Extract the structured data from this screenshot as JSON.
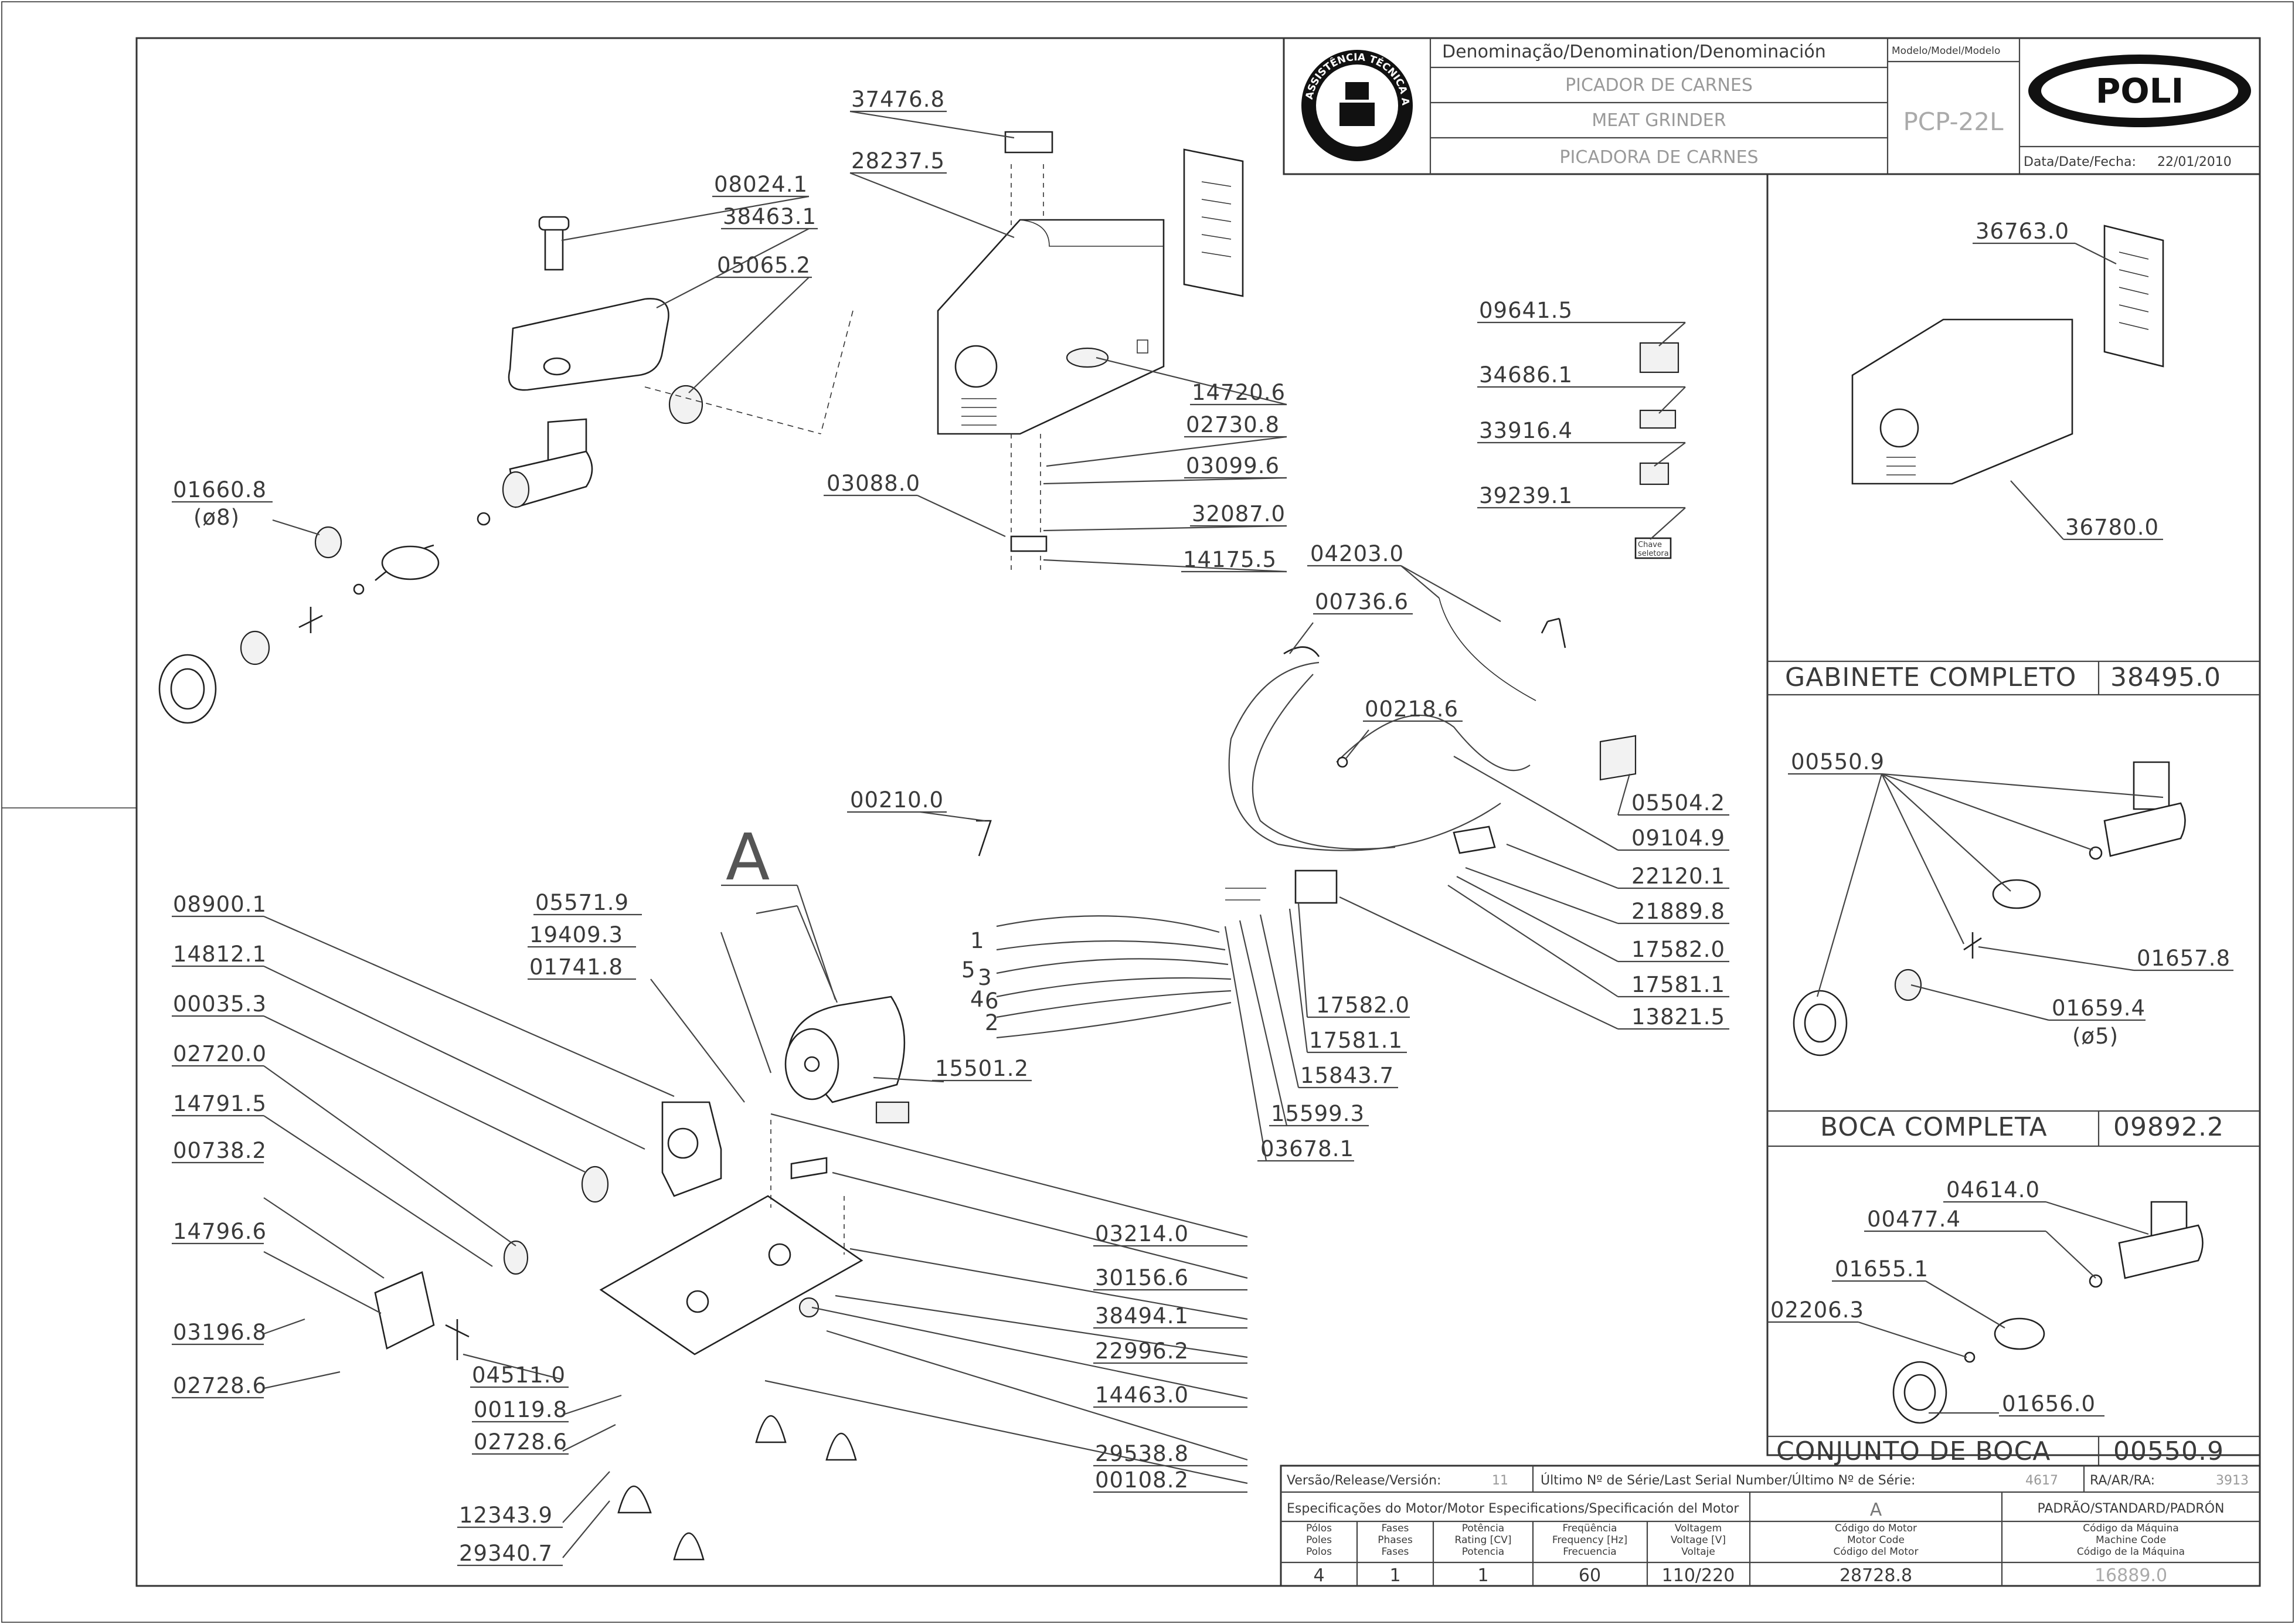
{
  "brand": {
    "logo_text": "POLI",
    "seal_text": "ASSISTÊNCIA TÉCNICA AUTORIZADA"
  },
  "title_block": {
    "denomination_header": "Denominação/Denomination/Denominación",
    "model_header": "Modelo/Model/Modelo",
    "names": [
      "PICADOR DE CARNES",
      "MEAT GRINDER",
      "PICADORA DE CARNES"
    ],
    "model": "PCP-22L",
    "date_label": "Data/Date/Fecha:",
    "date": "22/01/2010"
  },
  "main_labels": {
    "L37476": "37476.8",
    "L28237": "28237.5",
    "L08024": "08024.1",
    "L38463": "38463.1",
    "L05065": "05065.2",
    "L01660": "01660.8",
    "L01660d": "(ø8)",
    "L14720": "14720.6",
    "L02730": "02730.8",
    "L03099": "03099.6",
    "L03088": "03088.0",
    "L32087": "32087.0",
    "L14175": "14175.5",
    "L09641": "09641.5",
    "L34686": "34686.1",
    "L33916": "33916.4",
    "L39239": "39239.1",
    "chave_text": [
      "Chave",
      "seletora"
    ],
    "L04203": "04203.0",
    "L00736": "00736.6",
    "L00218": "00218.6",
    "L05504": "05504.2",
    "L09104": "09104.9",
    "L22120": "22120.1",
    "L21889": "21889.8",
    "L17582a": "17582.0",
    "L17581a": "17581.1",
    "L13821": "13821.5",
    "L17582b": "17582.0",
    "L17581b": "17581.1",
    "L15843": "15843.7",
    "L15599": "15599.3",
    "L03678": "03678.1",
    "L00210": "00210.0",
    "L_A": "A",
    "L08900": "08900.1",
    "L14812": "14812.1",
    "L00035": "00035.3",
    "L02720": "02720.0",
    "L14791": "14791.5",
    "L00738": "00738.2",
    "L14796": "14796.6",
    "L03196": "03196.8",
    "L02728a": "02728.6",
    "L04511": "04511.0",
    "L00119": "00119.8",
    "L02728b": "02728.6",
    "L12343": "12343.9",
    "L29340": "29340.7",
    "L05571": "05571.9",
    "L19409": "19409.3",
    "L01741": "01741.8",
    "L15501": "15501.2",
    "L03214": "03214.0",
    "L30156": "30156.6",
    "L38494": "38494.1",
    "L22996": "22996.2",
    "L14463": "14463.0",
    "L29538": "29538.8",
    "L00108": "00108.2",
    "wire_numbers": [
      "1",
      "5",
      "3",
      "4",
      "6",
      "2"
    ]
  },
  "side_panels": {
    "cabinet": {
      "labels": [
        "36763.0",
        "36780.0"
      ],
      "title": "GABINETE COMPLETO",
      "code": "38495.0"
    },
    "mouth": {
      "labels": [
        "00550.9",
        "01657.8",
        "01659.4",
        "(ø5)"
      ],
      "title": "BOCA COMPLETA",
      "code": "09892.2"
    },
    "mouth_set": {
      "labels": [
        "04614.0",
        "00477.4",
        "01655.1",
        "02206.3",
        "01656.0"
      ],
      "title": "CONJUNTO DE BOCA",
      "code": "00550.9"
    }
  },
  "bottom_block": {
    "version_label": "Versão/Release/Versión:",
    "version": "11",
    "serial_label": "Último Nº de Série/Last Serial Number/Último Nº de Série:",
    "serial": "4617",
    "ra_label": "RA/AR/RA:",
    "ra": "3913",
    "motor_spec_label": "Especificações do Motor/Motor Especifications/Specificación del Motor",
    "variant": "A",
    "standard": "PADRÃO/STANDARD/PADRÓN",
    "columns": [
      [
        "Pólos",
        "Poles",
        "Polos"
      ],
      [
        "Fases",
        "Phases",
        "Fases"
      ],
      [
        "Potência",
        "Rating [CV]",
        "Potencia"
      ],
      [
        "Freqüência",
        "Frequency [Hz]",
        "Frecuencia"
      ],
      [
        "Voltagem",
        "Voltage [V]",
        "Voltaje"
      ],
      [
        "Código do Motor",
        "Motor Code",
        "Código del Motor"
      ],
      [
        "Código da Máquina",
        "Machine Code",
        "Código de la Máquina"
      ]
    ],
    "values": [
      "4",
      "1",
      "1",
      "60",
      "110/220",
      "28728.8",
      "16889.0"
    ]
  }
}
